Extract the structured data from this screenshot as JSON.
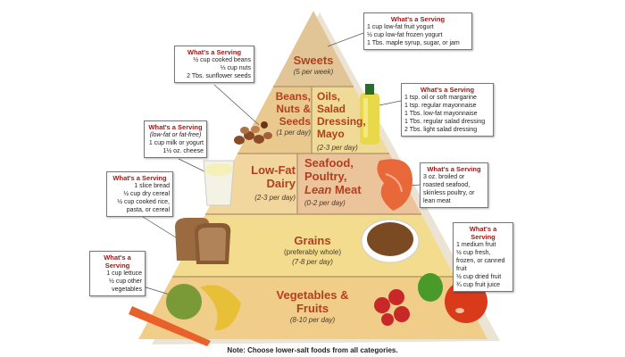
{
  "tiers": {
    "sweets": {
      "title": "Sweets",
      "freq": "(5 per week)"
    },
    "beans": {
      "title": "Beans, Nuts & Seeds",
      "freq": "(1 per day)"
    },
    "oils": {
      "title": "Oils, Salad Dressing, Mayo",
      "freq": "(2-3 per day)"
    },
    "dairy": {
      "title": "Low-Fat Dairy",
      "freq": "(2-3 per day)"
    },
    "seafood": {
      "title_1": "Seafood,",
      "title_2": "Poultry,",
      "title_3a": "Lean",
      "title_3b": " Meat",
      "freq": "(0-2 per day)"
    },
    "grains": {
      "title": "Grains",
      "note": "(preferably whole)",
      "freq": "(7-8 per day)"
    },
    "veg": {
      "title": "Vegetables & Fruits",
      "freq": "(8-10 per day)"
    }
  },
  "serving_heading": "What's a Serving",
  "servings": {
    "sweets": [
      "1 cup low-fat fruit yogurt",
      "½ cup low-fat frozen yogurt",
      "1 Tbs. maple syrup, sugar, or jam"
    ],
    "beans": [
      "½ cup cooked beans",
      "⅓ cup nuts",
      "2 Tbs. sunflower seeds"
    ],
    "oils": [
      "1 tsp. oil or soft margarine",
      "1 tsp. regular mayonnaise",
      "1 Tbs. low-fat mayonnaise",
      "1 Tbs. regular salad dressing",
      "2 Tbs. light salad dressing"
    ],
    "dairy": [
      "(low-fat or fat-free)",
      "1 cup milk or yogurt",
      "1½ oz. cheese"
    ],
    "grains": [
      "1 slice bread",
      "½ cup dry cereal",
      "½ cup cooked rice, pasta, or cereal"
    ],
    "seafood": [
      "3 oz. broiled or roasted seafood, skinless poultry, or lean meat"
    ],
    "veg": [
      "1 cup lettuce",
      "½ cup other vegetables"
    ],
    "fruit": [
      "1 medium fruit",
      "½ cup fresh, frozen, or canned fruit",
      "½ cup dried fruit",
      "¾ cup fruit juice"
    ]
  },
  "note": "Note: Choose lower-salt foods from all categories.",
  "colors": {
    "label": "#b0401e",
    "heading": "#a01818"
  }
}
